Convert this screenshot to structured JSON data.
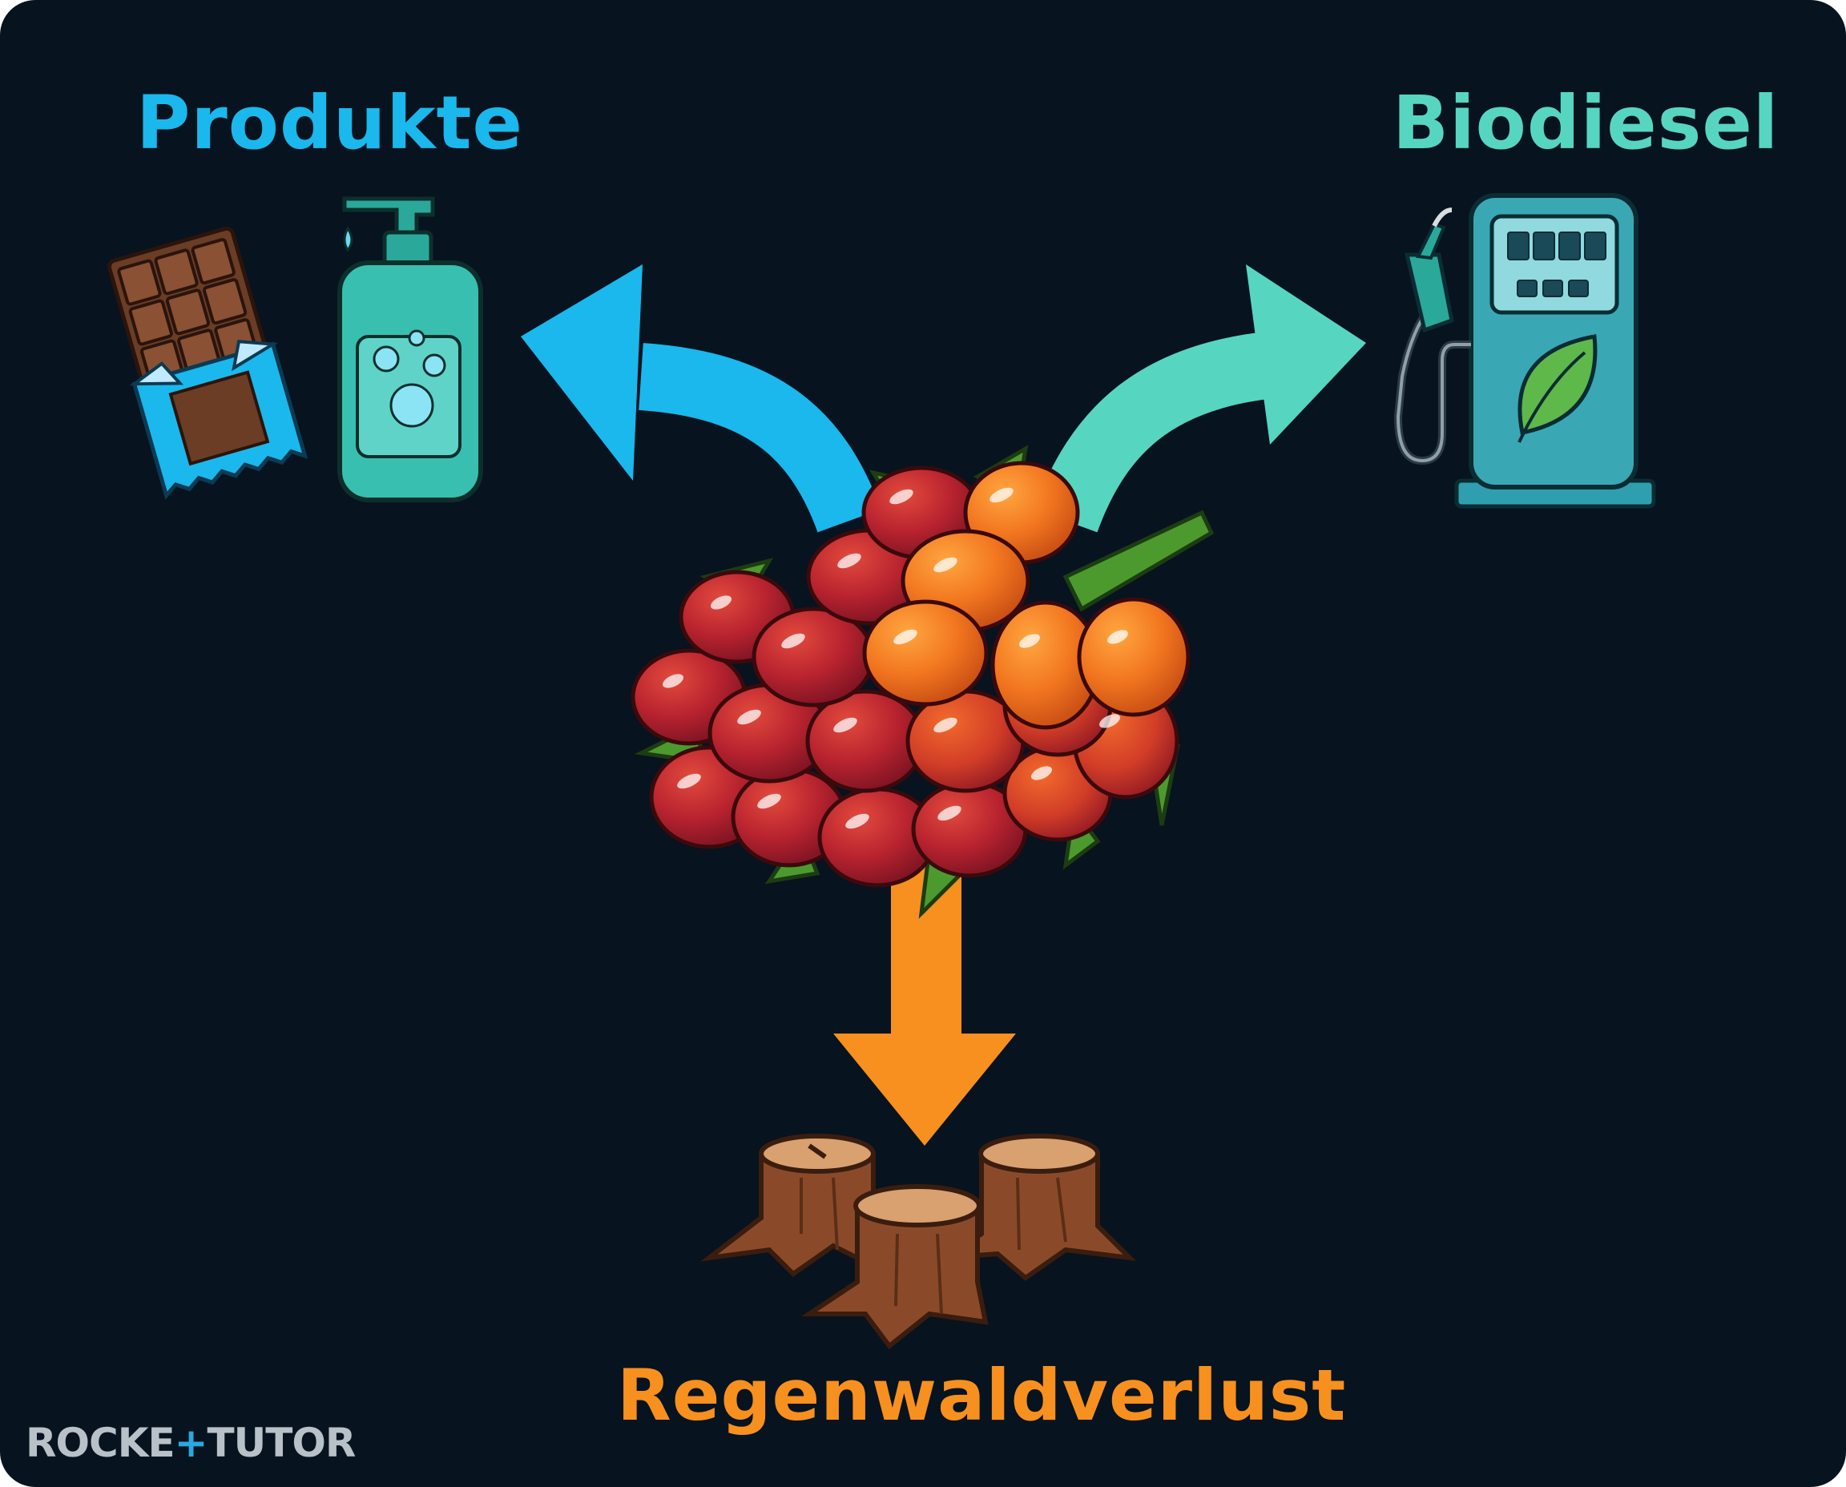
{
  "title": "",
  "colors": {
    "background": "#07131f",
    "produkte": "#1ab8ec",
    "biodiesel": "#56d6c0",
    "regenwaldverlust": "#f7901e"
  },
  "nodes": {
    "center": {
      "icon": "palm-fruit-bunch-icon"
    },
    "products": {
      "label": "Produkte",
      "icons": [
        "chocolate-bar-icon",
        "soap-dispenser-icon"
      ]
    },
    "biodiesel": {
      "label": "Biodiesel",
      "icons": [
        "fuel-pump-icon",
        "leaf-icon"
      ]
    },
    "deforestation": {
      "label": "Regenwaldverlust",
      "icons": [
        "tree-stumps-icon"
      ]
    }
  },
  "edges": [
    {
      "from": "center",
      "to": "products",
      "color": "#1ab8ec"
    },
    {
      "from": "center",
      "to": "biodiesel",
      "color": "#56d6c0"
    },
    {
      "from": "center",
      "to": "deforestation",
      "color": "#f7901e"
    }
  ],
  "logo": {
    "prefix": "ROCKE",
    "plus": "+",
    "suffix": "TUTOR"
  }
}
